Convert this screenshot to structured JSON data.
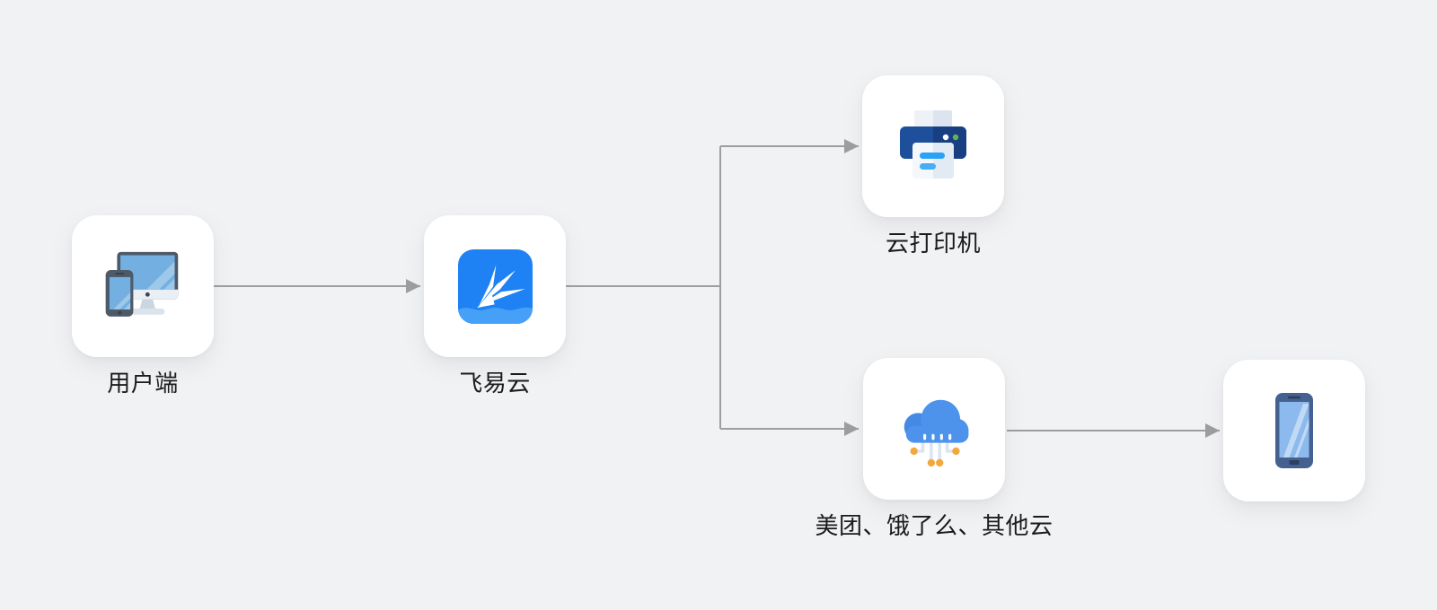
{
  "canvas": {
    "background": "#f1f2f3"
  },
  "diagram": {
    "nodes": [
      {
        "id": "user-client",
        "label": "用户端",
        "icon": "devices-icon"
      },
      {
        "id": "feiyiyun",
        "label": "飞易云",
        "icon": "feiyiyun-app-icon"
      },
      {
        "id": "cloud-printer",
        "label": "云打印机",
        "icon": "printer-icon"
      },
      {
        "id": "delivery-clouds",
        "label": "美团、饿了么、其他云",
        "icon": "cloud-network-icon"
      },
      {
        "id": "receiver-phone",
        "label": "",
        "icon": "smartphone-icon"
      }
    ],
    "edges": [
      {
        "from": "user-client",
        "to": "feiyiyun",
        "arrow": true
      },
      {
        "from": "feiyiyun",
        "to": "cloud-printer",
        "arrow": true
      },
      {
        "from": "feiyiyun",
        "to": "delivery-clouds",
        "arrow": true
      },
      {
        "from": "delivery-clouds",
        "to": "receiver-phone",
        "arrow": true
      }
    ],
    "colors": {
      "connector": "#9e9e9e",
      "card_background": "#ffffff",
      "canvas_background": "#f1f2f3",
      "brand_blue": "#1e82f5",
      "wave_blue": "#47a0f7",
      "cloud_blue": "#4d93ec",
      "printer_navy": "#1d4f9b",
      "printer_navy_dark": "#173f82",
      "status_green": "#62b54e",
      "dot_orange": "#f2a83c",
      "device_slate": "#4e5a68",
      "screen_blue": "#73b0e1",
      "phone_frame": "#45618f",
      "phone_screen": "#8cbaee"
    }
  }
}
